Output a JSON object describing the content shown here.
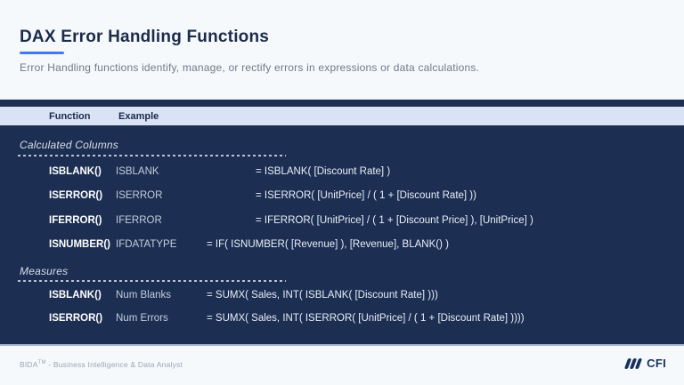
{
  "slide": {
    "title": "DAX Error Handling Functions",
    "subtitle": "Error Handling functions identify, manage, or rectify errors in expressions or data calculations.",
    "colors": {
      "navy_background": "#1c2f53",
      "header_band": "#d9e3f5",
      "accent_blue": "#4279f0",
      "title_navy": "#1c2b4a"
    }
  },
  "table": {
    "headers": {
      "function": "Function",
      "example": "Example"
    },
    "sections": [
      {
        "label": "Calculated Columns",
        "rows": [
          {
            "function": "ISBLANK()",
            "example": "ISBLANK",
            "formula": "= ISBLANK( [Discount Rate] )"
          },
          {
            "function": "ISERROR()",
            "example": "ISERROR",
            "formula": "= ISERROR( [UnitPrice] / ( 1 + [Discount Rate] ))"
          },
          {
            "function": "IFERROR()",
            "example": "IFERROR",
            "formula": "= IFERROR( [UnitPrice] / ( 1 + [Discount Price] ), [UnitPrice] )"
          },
          {
            "function": "ISNUMBER()",
            "example": "IFDATATYPE",
            "formula": "= IF( ISNUMBER( [Revenue] ), [Revenue], BLANK() )"
          }
        ]
      },
      {
        "label": "Measures",
        "rows": [
          {
            "function": "ISBLANK()",
            "example": "Num Blanks",
            "formula": "= SUMX( Sales, INT( ISBLANK( [Discount Rate] )))"
          },
          {
            "function": "ISERROR()",
            "example": "Num Errors",
            "formula": "= SUMX( Sales, INT( ISERROR( [UnitPrice] / ( 1 + [Discount Rate] ))))"
          }
        ]
      }
    ]
  },
  "footer": {
    "course_name": "BIDA",
    "trademark": "TM",
    "course_suffix": " - Business Intelligence & Data Analyst",
    "logo_text": "CFI"
  }
}
